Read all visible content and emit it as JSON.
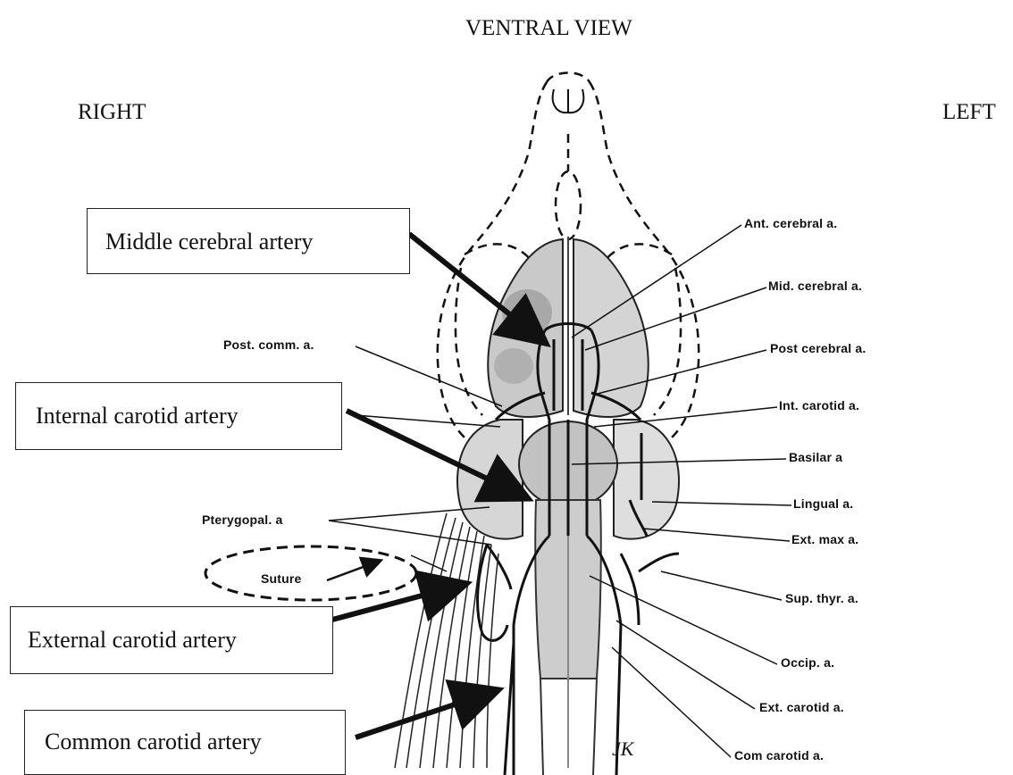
{
  "header": {
    "view": "VENTRAL VIEW",
    "right_side": "RIGHT",
    "left_side": "LEFT"
  },
  "callouts": {
    "middle_cerebral": "Middle cerebral artery",
    "internal_carotid": "Internal carotid artery",
    "external_carotid": "External carotid artery",
    "common_carotid": "Common carotid artery"
  },
  "labels": {
    "ant_cerebral": "Ant. cerebral a.",
    "mid_cerebral": "Mid. cerebral a.",
    "post_cerebral": "Post  cerebral a.",
    "int_carotid": "Int. carotid a.",
    "basilar": "Basilar a",
    "lingual": "Lingual a.",
    "ext_max": "Ext. max  a.",
    "sup_thyr": "Sup. thyr. a.",
    "occip": "Occip. a.",
    "ext_carotid": "Ext. carotid a.",
    "com_carotid": "Com  carotid a.",
    "post_comm": "Post. comm. a.",
    "pterygopal": "Pterygopal. a",
    "suture": "Suture"
  },
  "signature": "JK"
}
